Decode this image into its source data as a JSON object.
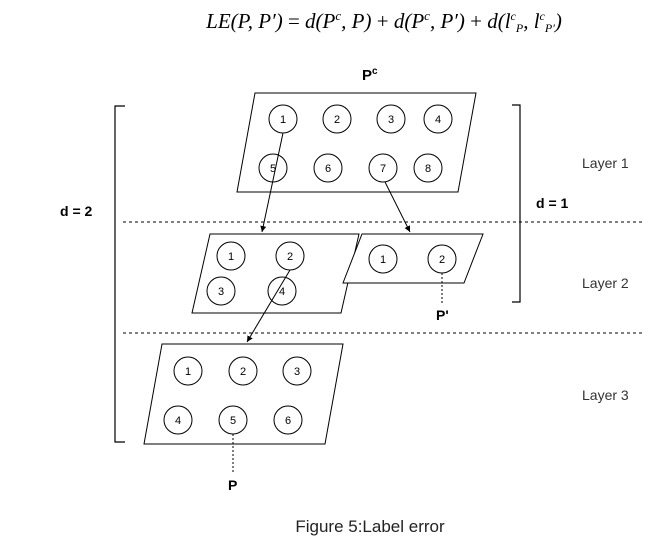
{
  "formula": {
    "lhs": "LE(P, P′)",
    "rhs_terms": [
      {
        "base": "d(P",
        "sup": "c",
        "rest": ", P)"
      },
      {
        "base": "d(P",
        "sup": "c",
        "rest": ", P′)"
      },
      {
        "base": "d(l",
        "sup": "c",
        "sub": "P",
        "mid": ", l",
        "sup2": "c",
        "sub2": "P′",
        "rest": ")"
      }
    ]
  },
  "labels": {
    "pc_base": "P",
    "pc_sup": "c",
    "p_prime": "P'",
    "p": "P",
    "d_outer": "d = 2",
    "d_inner": "d = 1"
  },
  "layers": [
    "Layer 1",
    "Layer 2",
    "Layer 3"
  ],
  "groups": {
    "layer1": [
      "1",
      "2",
      "3",
      "4",
      "5",
      "6",
      "7",
      "8"
    ],
    "layer2_left": [
      "1",
      "2",
      "3",
      "4"
    ],
    "layer2_right": [
      "1",
      "2"
    ],
    "layer3": [
      "1",
      "2",
      "3",
      "4",
      "5",
      "6"
    ]
  },
  "caption": "Figure 5:Label error"
}
